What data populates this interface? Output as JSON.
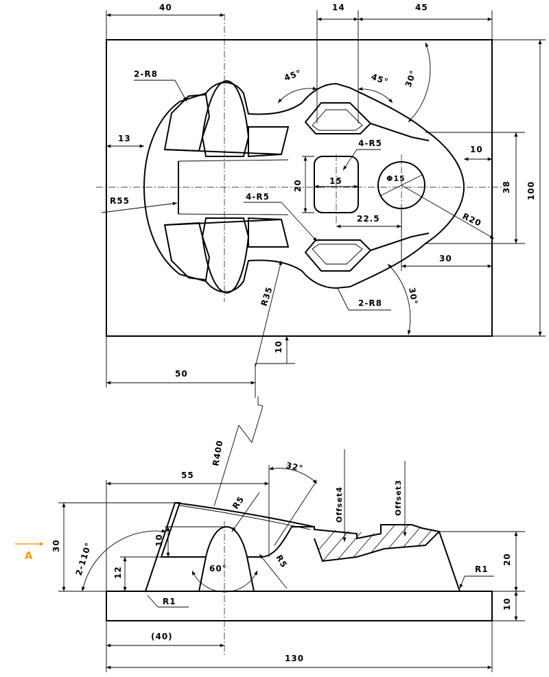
{
  "top_view": {
    "dims": {
      "d40": "40",
      "d14": "14",
      "d45": "45",
      "d13": "13",
      "d10_right": "10",
      "d38": "38",
      "d100": "100",
      "d20": "20",
      "d15_slot": "15",
      "d22_5": "22.5",
      "d30": "30",
      "d10_bottom": "10",
      "d50": "50"
    },
    "labels": {
      "two_r8_top": "2-R8",
      "two_r8_bottom": "2-R8",
      "four_r5_top": "4-R5",
      "four_r5_bottom": "4-R5",
      "r55": "R55",
      "r35": "R35",
      "r20": "R20",
      "phi15": "Φ15",
      "angle45_left": "45°",
      "angle45_right": "45°",
      "angle30_top": "30°",
      "angle30_bottom": "30°"
    }
  },
  "side_view": {
    "dims": {
      "d55": "55",
      "d30": "30",
      "d10_mid": "10",
      "d12": "12",
      "d20": "20",
      "d10_base": "10",
      "d40_ref": "(40)",
      "d130": "130"
    },
    "labels": {
      "r400": "R400",
      "r5_top": "R5",
      "r5_bottom": "R5",
      "angle32": "32°",
      "angle60": "60°",
      "angle2_110": "2-110°",
      "offset4": "Offset4",
      "offset3": "Offset3",
      "r1_left": "R1",
      "r1_right": "R1",
      "view_marker": "A"
    }
  },
  "colors": {
    "line": "#000000",
    "marker": "#f39c12",
    "background": "#ffffff"
  }
}
